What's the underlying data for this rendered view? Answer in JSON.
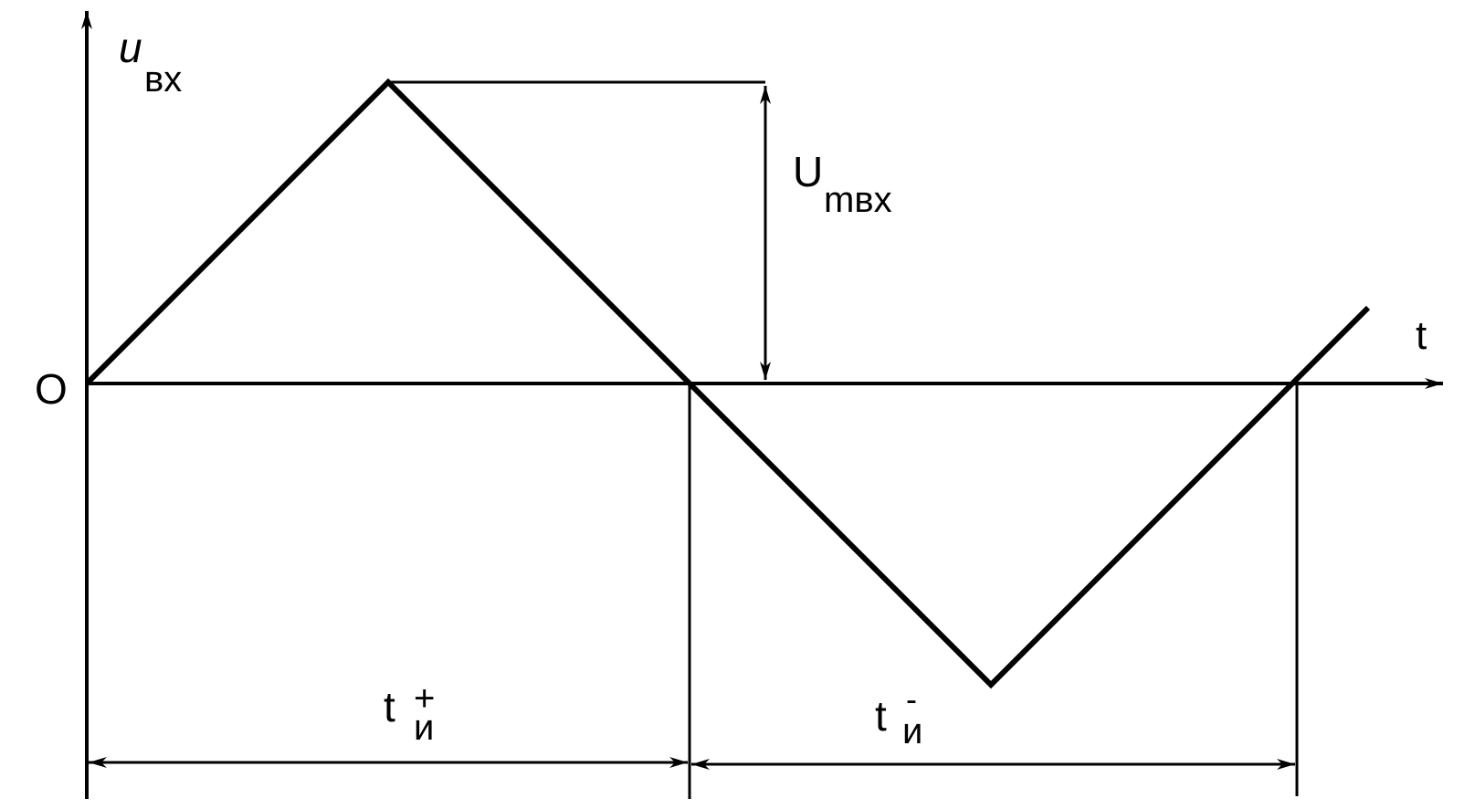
{
  "diagram": {
    "y_axis_symbol": "u",
    "y_axis_subscript": "вх",
    "x_axis_symbol": "t",
    "origin_label": "O",
    "amplitude_symbol": "U",
    "amplitude_subscript": "mвх",
    "pos_pulse_symbol": "t",
    "pos_pulse_superscript": "+",
    "pos_pulse_subscript": "и",
    "neg_pulse_symbol": "t",
    "neg_pulse_superscript": "-",
    "neg_pulse_subscript": "и",
    "line_color": "#000000",
    "background_color": "#ffffff"
  }
}
